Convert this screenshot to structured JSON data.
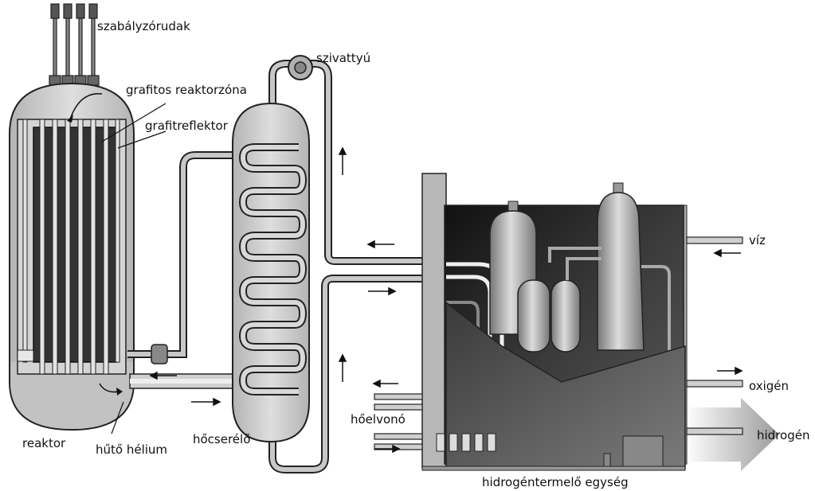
{
  "labels": {
    "control_rods": "szabályzórudak",
    "pump": "szivattyú",
    "graphite_core": "grafitos reaktorzóna",
    "graphite_reflector": "grafitreflektor",
    "water": "víz",
    "oxygen": "oxigén",
    "heat_removal": "hőelvonó",
    "hydrogen": "hidrogén",
    "reactor": "reaktor",
    "coolant_helium": "hűtő hélium",
    "heat_exchanger": "hőcserélő",
    "hydrogen_unit": "hidrogéntermelő egység"
  },
  "colors": {
    "vessel_fill": "#c9c9c9",
    "core_dark": "#333333",
    "plant_dark": "#2a2a2a",
    "outline": "#222222"
  }
}
